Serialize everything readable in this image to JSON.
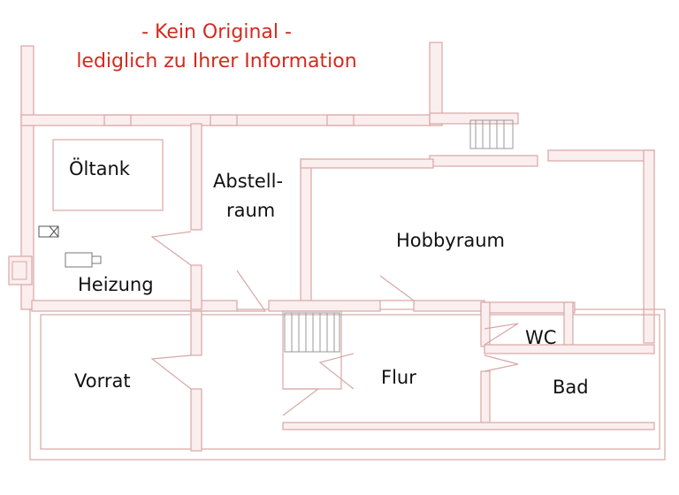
{
  "disclaimer": {
    "line1": "- Kein Original -",
    "line2": "lediglich zu Ihrer Information"
  },
  "rooms": {
    "oeltank": "Öltank",
    "abstell_1": "Abstell-",
    "abstell_2": "raum",
    "hobbyraum": "Hobbyraum",
    "heizung": "Heizung",
    "wc": "WC",
    "vorrat": "Vorrat",
    "flur": "Flur",
    "bad": "Bad"
  },
  "colors": {
    "disclaimer_text": "#d42a1f",
    "wall_fill": "#fbeeee",
    "wall_stroke": "#d9a7a7",
    "label_text": "#111111"
  }
}
